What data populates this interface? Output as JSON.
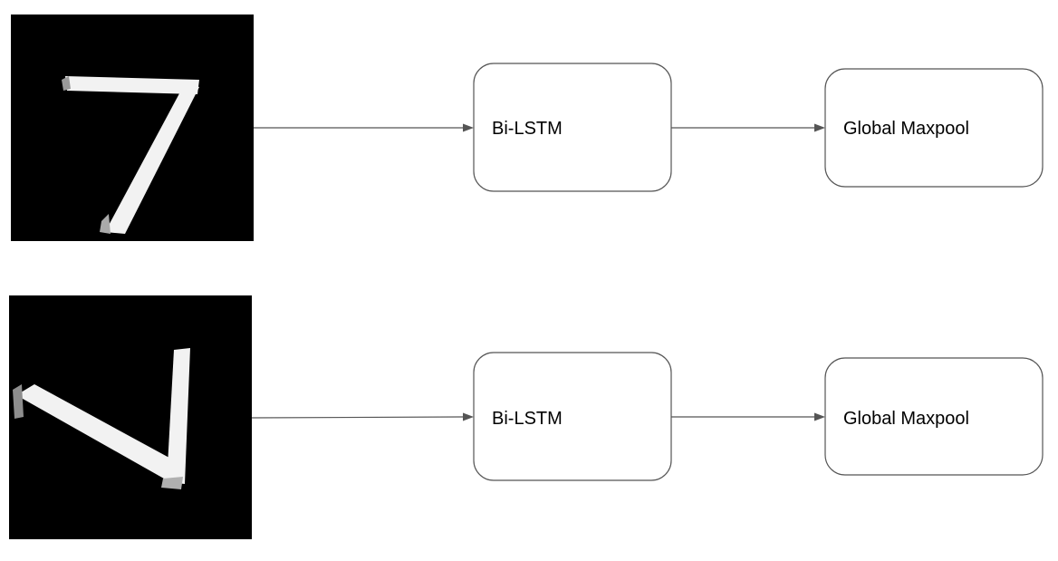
{
  "rows": [
    {
      "input_image": "handwritten digit 7 (upright)",
      "stage1_label": "Bi-LSTM",
      "stage2_label": "Global Maxpool"
    },
    {
      "input_image": "handwritten digit 7 (rotated)",
      "stage1_label": "Bi-LSTM",
      "stage2_label": "Global Maxpool"
    }
  ],
  "colors": {
    "image_background": "#000000",
    "stroke": "#555555",
    "box_fill": "#ffffff",
    "text": "#000000"
  }
}
